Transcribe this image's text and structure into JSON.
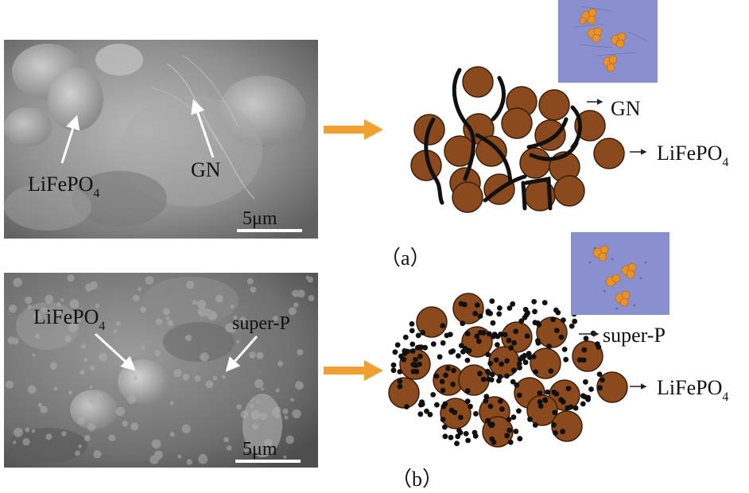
{
  "panel_a": {
    "sem_label_lfp": "LiFePO",
    "sem_label_lfp_sub": "4",
    "sem_label_gn": "GN",
    "scale_bar": "5μm",
    "schematic_label_gn": "GN",
    "schematic_label_lfp": "LiFePO",
    "schematic_label_lfp_sub": "4",
    "caption": "（a）"
  },
  "panel_b": {
    "sem_label_lfp": "LiFePO",
    "sem_label_lfp_sub": "4",
    "sem_label_superp": "super-P",
    "scale_bar": "5μm",
    "schematic_label_superp": "super-P",
    "schematic_label_lfp": "LiFePO",
    "schematic_label_lfp_sub": "4",
    "caption": "（b）"
  },
  "colors": {
    "particle": "#8b4a1e",
    "particle_stroke": "#3a1f0c",
    "sheet": "#111111",
    "arrow": "#f0a030",
    "inset_bg": "#8a8fd0",
    "sem_dark": "#6e6e6e"
  }
}
